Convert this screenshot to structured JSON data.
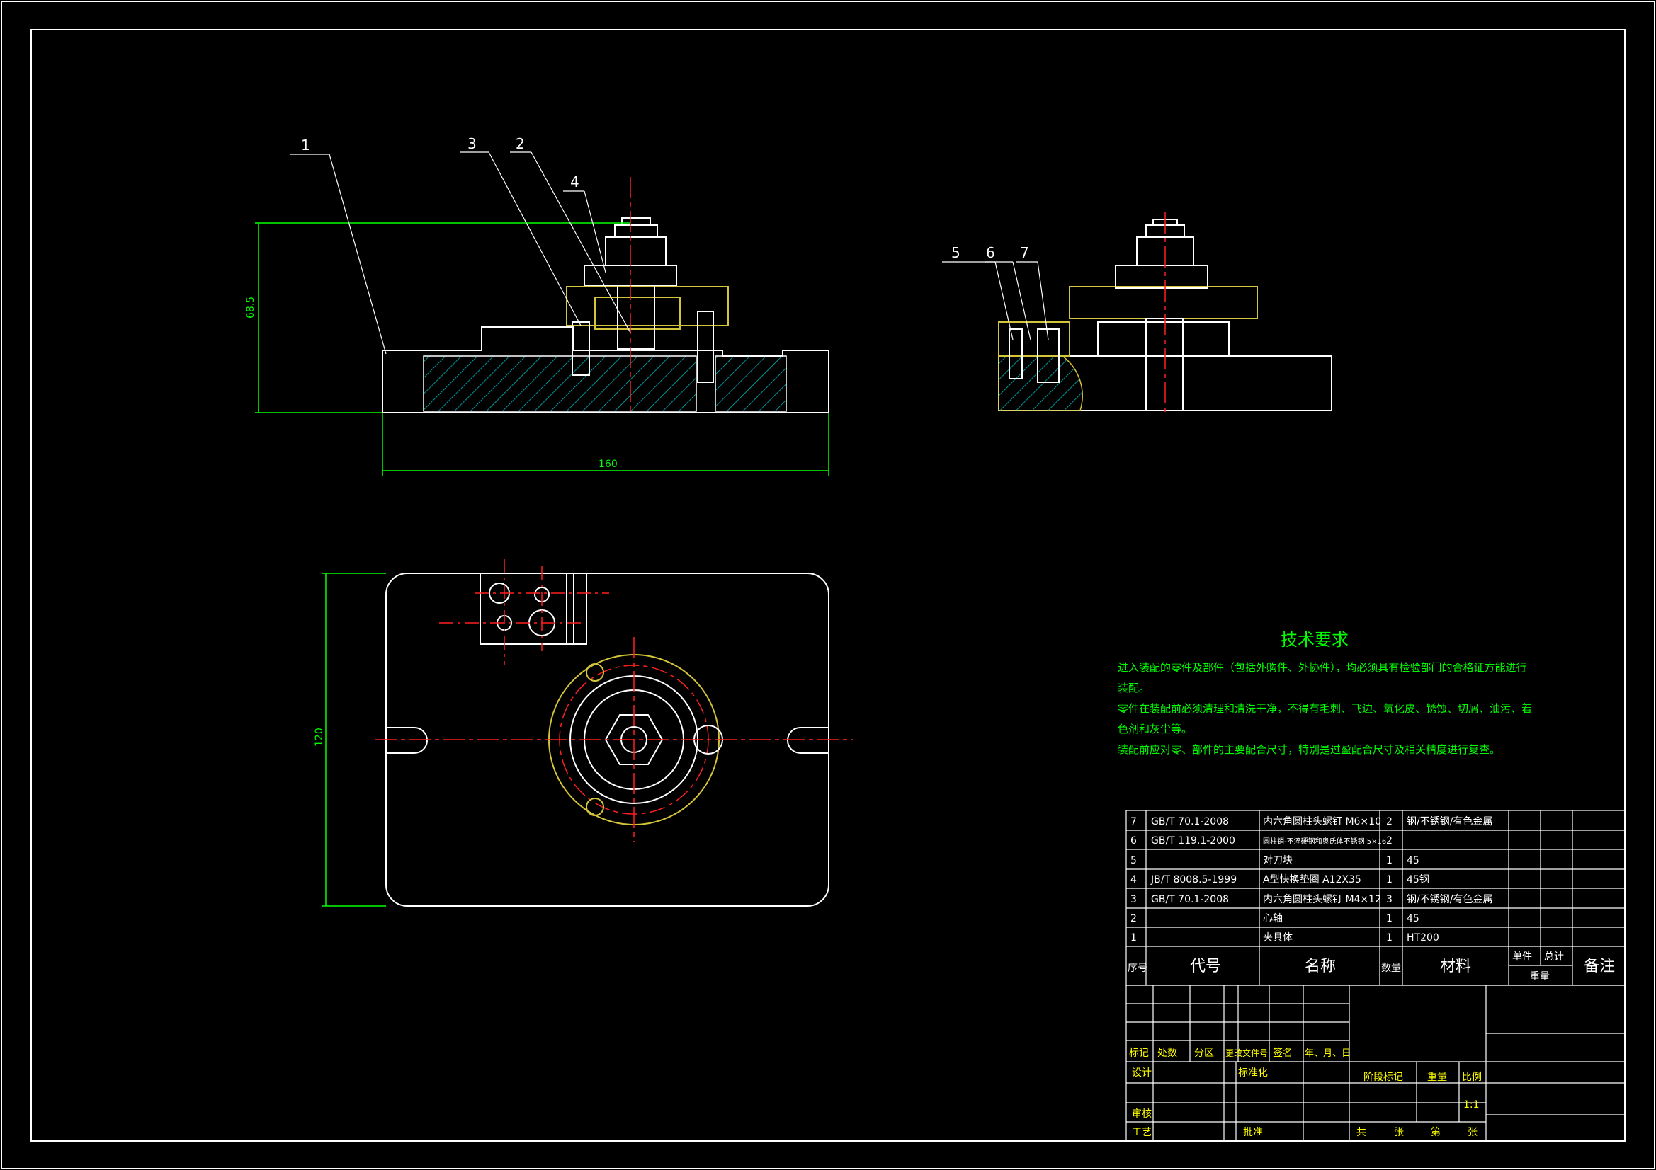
{
  "colors": {
    "background": "#000000",
    "outline": "#ffffff",
    "dimension": "#00ff00",
    "centerline": "#ff2020",
    "hatch": "#00bfbf",
    "part": "#d4c43a",
    "text_yellow": "#ffff00",
    "title_text": "#ffff00",
    "table_line": "#ffffff"
  },
  "views": {
    "front": {
      "dim_height": "68.5",
      "dim_width": "160",
      "balloons": [
        "1",
        "3",
        "2",
        "4"
      ]
    },
    "side": {
      "balloons": [
        "5",
        "6",
        "7"
      ]
    },
    "top": {
      "dim_height": "120"
    }
  },
  "tech_requirements": {
    "title": "技术要求",
    "lines": [
      "进入装配的零件及部件（包括外购件、外协件），均必须具有检验部门的合格证方能进行",
      "装配。",
      "零件在装配前必须清理和清洗干净，不得有毛刺、飞边、氧化皮、锈蚀、切屑、油污、着",
      "色剂和灰尘等。",
      "装配前应对零、部件的主要配合尺寸，特别是过盈配合尺寸及相关精度进行复查。"
    ]
  },
  "bom": {
    "rows": [
      {
        "no": "7",
        "code": "GB/T 70.1-2008",
        "name": "内六角圆柱头螺钉 M6×10",
        "qty": "2",
        "material": "钢/不锈钢/有色金属"
      },
      {
        "no": "6",
        "code": "GB/T 119.1-2000",
        "name": "圆柱销-不淬硬钢和奥氏体不锈钢 5×16",
        "qty": "2",
        "material": ""
      },
      {
        "no": "5",
        "code": "",
        "name": "对刀块",
        "qty": "1",
        "material": "45"
      },
      {
        "no": "4",
        "code": "JB/T 8008.5-1999",
        "name": "A型快换垫圈 A12X35",
        "qty": "1",
        "material": "45钢"
      },
      {
        "no": "3",
        "code": "GB/T 70.1-2008",
        "name": "内六角圆柱头螺钉 M4×12",
        "qty": "3",
        "material": "钢/不锈钢/有色金属"
      },
      {
        "no": "2",
        "code": "",
        "name": "心轴",
        "qty": "1",
        "material": "45"
      },
      {
        "no": "1",
        "code": "",
        "name": "夹具体",
        "qty": "1",
        "material": "HT200"
      }
    ],
    "header": {
      "no": "序号",
      "code": "代号",
      "name": "名称",
      "qty": "数量",
      "material": "材料",
      "unit_weight": "单件",
      "total_weight": "总计",
      "weight": "重量",
      "remark": "备注"
    }
  },
  "title_block": {
    "mark": "标记",
    "count": "处数",
    "zone": "分区",
    "change_doc": "更改文件号",
    "signature": "签名",
    "date": "年、月、日",
    "design": "设计",
    "standard": "标准化",
    "stage": "阶段标记",
    "weight": "重量",
    "scale_label": "比例",
    "scale": "1:1",
    "review": "审核",
    "process": "工艺",
    "approve": "批准",
    "total": "共",
    "sheets": "张",
    "page": "第",
    "sheet2": "张"
  }
}
